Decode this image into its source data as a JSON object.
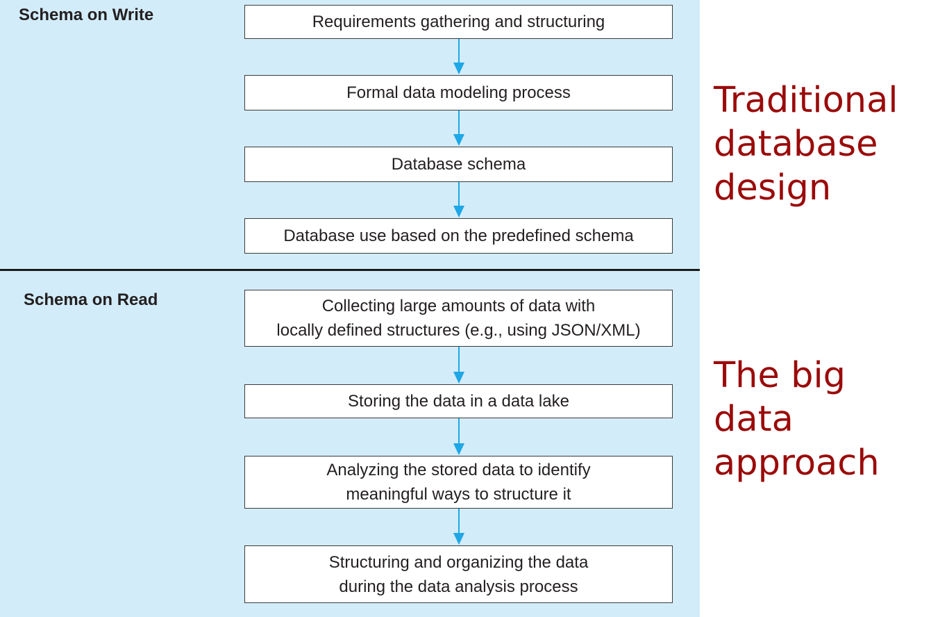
{
  "schema_on_write": {
    "label": "Schema on Write",
    "steps": [
      "Requirements gathering and structuring",
      "Formal data modeling process",
      "Database schema",
      "Database use based on the predefined schema"
    ],
    "caption": "Traditional\ndatabase\ndesign"
  },
  "schema_on_read": {
    "label": "Schema on Read",
    "steps": [
      "Collecting large amounts of data with\nlocally defined structures (e.g., using JSON/XML)",
      "Storing the data in a data lake",
      "Analyzing the stored data to identify\nmeaningful ways to structure it",
      "Structuring and organizing the data\nduring the data analysis process"
    ],
    "caption": "The big data\napproach"
  },
  "colors": {
    "panel_background": "#d3ecf9",
    "arrow": "#1ea7e6",
    "caption": "#9b0a0a"
  }
}
